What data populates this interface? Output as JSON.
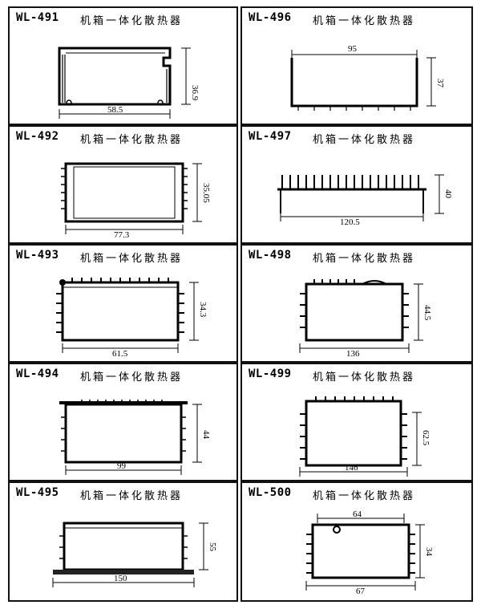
{
  "panels": [
    {
      "code": "WL-491",
      "name": "机箱一体化散热器",
      "width_label": "58.5",
      "height_label": "36.9"
    },
    {
      "code": "WL-496",
      "name": "机箱一体化散热器",
      "width_label": "95",
      "height_label": "37"
    },
    {
      "code": "WL-492",
      "name": "机箱一体化散热器",
      "width_label": "77.3",
      "height_label": "35.05"
    },
    {
      "code": "WL-497",
      "name": "机箱一体化散热器",
      "width_label": "120.5",
      "height_label": "40"
    },
    {
      "code": "WL-493",
      "name": "机箱一体化散热器",
      "width_label": "61.5",
      "height_label": "34.3"
    },
    {
      "code": "WL-498",
      "name": "机箱一体化散热器",
      "width_label": "136",
      "height_label": "44.5"
    },
    {
      "code": "WL-494",
      "name": "机箱一体化散热器",
      "width_label": "99",
      "height_label": "44"
    },
    {
      "code": "WL-499",
      "name": "机箱一体化散热器",
      "width_label": "146",
      "height_label": "62.5"
    },
    {
      "code": "WL-495",
      "name": "机箱一体化散热器",
      "width_label": "150",
      "height_label": "55"
    },
    {
      "code": "WL-500",
      "name": "机箱一体化散热器",
      "width_label": "67",
      "height_label": "34",
      "top_label": "64"
    }
  ]
}
